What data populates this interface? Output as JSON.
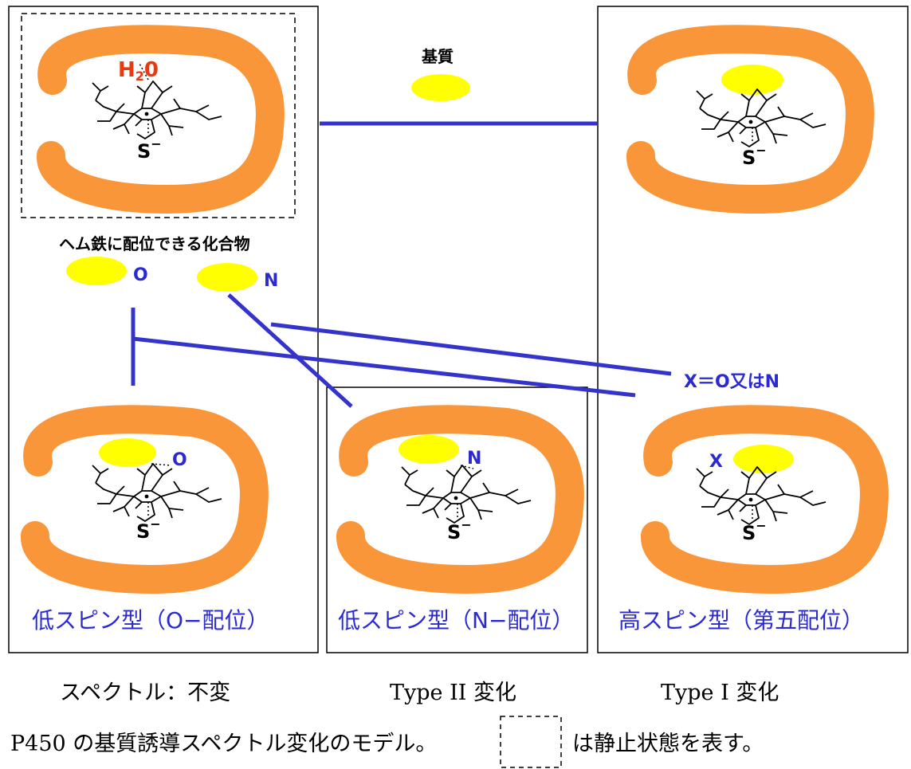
{
  "colors": {
    "protein": "#f9963a",
    "substrate": "#ffff00",
    "arrow": "#3434cc",
    "label_blue": "#2a2ad0",
    "water_red": "#e83a10"
  },
  "labels": {
    "substrate": "基質",
    "water": "H",
    "water_sub": "2",
    "water_tail": "0",
    "thiolate": "S",
    "thiolate_charge": "−",
    "ligand_compound": "ヘム鉄に配位できる化合物",
    "atom_o": "O",
    "atom_n": "N",
    "atom_x": "X",
    "x_definition": "X＝O又はN"
  },
  "states": {
    "low_spin_o": "低スピン型（O−配位）",
    "low_spin_n": "低スピン型（N−配位）",
    "high_spin": "高スピン型（第五配位）"
  },
  "spectra": {
    "unchanged": "スペクトル：不変",
    "type_ii": "Type II  変化",
    "type_i": "Type I  変化"
  },
  "caption": {
    "before": "P450 の基質誘導スペクトル変化のモデル。",
    "after": "は静止状態を表す。"
  }
}
